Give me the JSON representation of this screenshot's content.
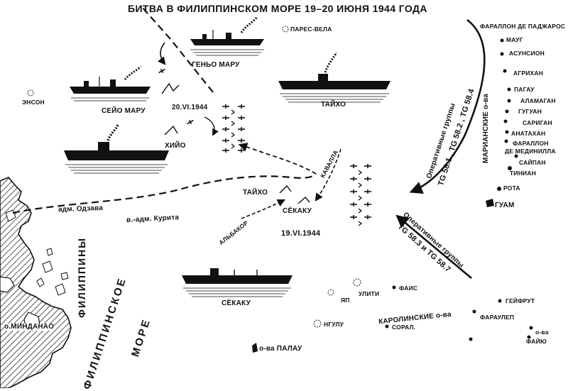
{
  "title": "БИТВА В ФИЛИППИНСКОМ МОРЕ 19–20 ИЮНЯ 1944 ГОДА",
  "islands": {
    "faralon_de_pajaros": "ФАРАЛЛОН ДЕ ПАДЖАРОС",
    "maug": "МАУГ",
    "asuncion": "АСУНСИОН",
    "agrihan": "АГРИХАН",
    "pagan": "ПАГАУ",
    "alamagan": "АЛАМАГАН",
    "guguan": "ГУГУАН",
    "sarigan": "САРИГАН",
    "anatahan": "АНАТАХАН",
    "faralon_de_medinilla_1": "ФАРАЛЛОН",
    "faralon_de_medinilla_2": "ДЕ МЕДИНИЛЛА",
    "saipan": "САЙПАН",
    "tinian": "ТИНИАН",
    "rota": "РОТА",
    "guam": "ГУАМ",
    "pares_vela": "ПАРЕС-ВЕЛА",
    "enson": "ЭНСОН",
    "yap": "ЯП",
    "ulithi": "УЛИТИ",
    "fais": "ФАИС",
    "ngulu": "НГУЛУ",
    "sorol": "СОРАЛ.",
    "palau": "о-ва ПАЛАУ",
    "geyfrut": "ГЕЙФРУТ",
    "faraulep": "ФАРАУЛЕП",
    "ova": "о-ва",
    "fayu": "ФАЙЮ",
    "mindanao": "о.МИНДАНАО"
  },
  "regions": {
    "mariana": "МАРИАНСКИЕ о-ва",
    "caroline": "КАРОЛИНСКИЕ о-ва",
    "philippines": "ФИЛИППИНЫ",
    "philippine_sea_1": "ФИЛИППИНСКОЕ",
    "philippine_sea_2": "МОРЕ"
  },
  "ships": {
    "genyo_maru": "ГЕНЬО МАРУ",
    "seiyo_maru": "СЕЙО МАРУ",
    "hiyo": "ХИЙО",
    "taiho_1": "ТАЙХО",
    "taiho_2": "ТАЙХО",
    "shokaku_1": "СЁКАКУ",
    "shokaku_2": "СЁКАКУ"
  },
  "vessels": {
    "cavalla": "КАВАЛЛА",
    "albacore": "АЛЬБАКОР"
  },
  "dates": {
    "d20": "20.VI.1944",
    "d19": "19.VI.1944"
  },
  "commanders": {
    "ozawa": "адм. Одзава",
    "kurita": "в.-адм. Курита"
  },
  "task_groups": {
    "tg_upper_1": "Оперативные группы",
    "tg_upper_2": "TG 58.1 ,  TG 58.2 ,  TG 58.4",
    "tg_lower_1": "Оперативные группы",
    "tg_lower_2": "TG 58.3 и TG 58.7"
  }
}
